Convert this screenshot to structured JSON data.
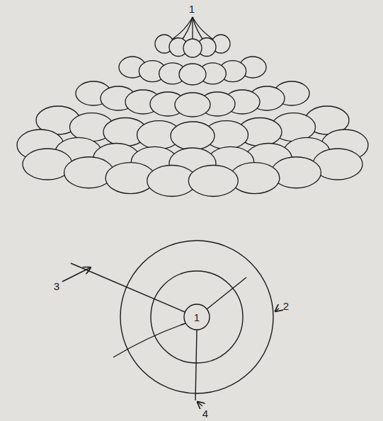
{
  "diagram": {
    "labels": [
      "1",
      "3",
      "2",
      "1",
      "4"
    ]
  }
}
